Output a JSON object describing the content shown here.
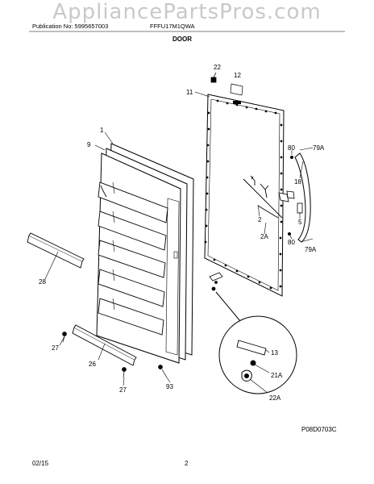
{
  "watermark": "AppliancePartsPros.com",
  "header": {
    "publication": "Publication No: 5995657003",
    "model": "FFFU17M1QWA"
  },
  "section_title": "DOOR",
  "diagram_code": "P08D0703C",
  "footer": {
    "date": "02/15",
    "page": "2"
  },
  "callouts": [
    "22",
    "12",
    "11",
    "1",
    "9",
    "80",
    "79A",
    "18",
    "2",
    "5",
    "2A",
    "80",
    "79A",
    "28",
    "27",
    "26",
    "27",
    "93",
    "13",
    "21A",
    "22A"
  ]
}
